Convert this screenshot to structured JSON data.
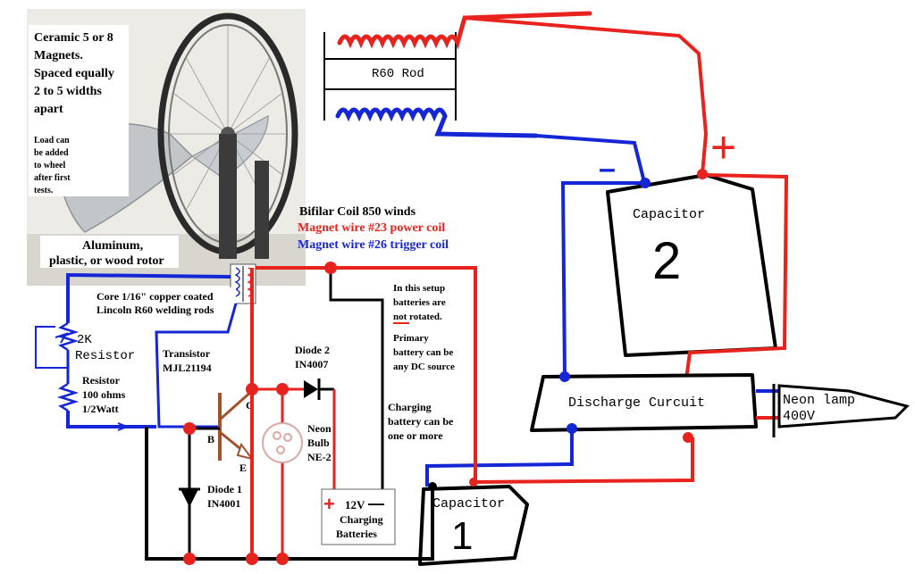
{
  "colors": {
    "red": "#e8231d",
    "blue": "#1426d6",
    "black": "#000000",
    "copper": "#a0522d"
  },
  "wheel_photo": {
    "note_magnets": [
      "Ceramic 5 or 8",
      "Magnets.",
      "Spaced equally",
      "2 to 5 widths",
      "apart"
    ],
    "note_load": [
      "Load can",
      "be added",
      "to wheel",
      "after first",
      "tests."
    ]
  },
  "rotor_label": [
    "Aluminum,",
    "plastic, or wood rotor"
  ],
  "core_label": [
    "Core 1/16\" copper coated",
    "Lincoln R60 welding rods"
  ],
  "coil_label": {
    "title": "Bifilar Coil 850 winds",
    "power": "Magnet wire #23 power coil",
    "trigger": "Magnet wire #26 trigger coil"
  },
  "rod_label": "R60 Rod",
  "resistor_2k": [
    "2K",
    "Resistor"
  ],
  "resistor_100": [
    "Resistor",
    "100 ohms",
    "1/2Watt"
  ],
  "transistor": {
    "label": [
      "Transistor",
      "MJL21194"
    ],
    "pin_b": "B",
    "pin_c": "C",
    "pin_e": "E"
  },
  "diode1": [
    "Diode 1",
    "IN4001"
  ],
  "diode2": [
    "Diode 2",
    "IN4007"
  ],
  "neon_bulb": [
    "Neon",
    "Bulb",
    "NE-2"
  ],
  "battery": {
    "plus": "+",
    "voltage": "12V",
    "minus": "—",
    "label": [
      "Charging",
      "Batteries"
    ]
  },
  "notes_batteries": [
    "In this setup",
    "batteries are",
    "not rotated.",
    "Primary",
    "battery can be",
    "any DC source"
  ],
  "notes_charging": [
    "Charging",
    "battery can be",
    "one  or more"
  ],
  "capacitor1": {
    "label": "Capacitor",
    "number": "1"
  },
  "capacitor2": {
    "label": "Capacitor",
    "number": "2",
    "minus": "–",
    "plus": "+"
  },
  "discharge": "Discharge Curcuit",
  "neon_lamp": [
    "Neon lamp",
    "400V"
  ]
}
